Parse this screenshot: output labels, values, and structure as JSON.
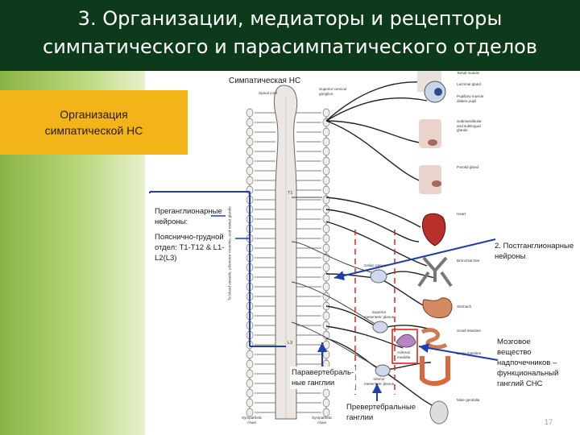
{
  "slide": {
    "title": "3. Организации, медиаторы и рецепторы симпатического и парасимпатического отделов",
    "side_box": "Организация\nсимпатической НС",
    "slide_number": "17"
  },
  "colors": {
    "header_bg": "#0e3a1c",
    "box_bg": "#f2b418",
    "arrow": "#1f3fb0",
    "dashed": "#e0241b"
  },
  "diagram": {
    "title": "Симпатическая НС",
    "preganglionic": "Преганглионарные\nнейроны:",
    "thoracolumbar": "Пояснично-грудной\nотдел: T1-T12 & L1-\nL2(L3)",
    "postganglionic": "2. Постганглионарные\nнейроны",
    "paravertebral": "Паравертебраль-\nные ганглии",
    "prevertebral": "Превертебральные\nганглии",
    "adrenal_medulla": "Мозговое\nвещество\nнадпочечников –\nфункциональный\nганглий СНС",
    "spinal_cord": "Spinal cord",
    "superior_cervical": "Superior cervical\nganglion",
    "celiac": "Celiac plexus",
    "superior_mesenteric": "Superior\nmesenteric plexus",
    "inferior_mesenteric": "Inferior\nmesenteric plexus",
    "adrenal": "Adrenal\nmedulla",
    "sympathetic_chain_left": "Sympathetic\nchain",
    "sympathetic_chain_right": "Sympathetic\nchain",
    "t1": "T1",
    "l3": "L3",
    "vertical_note": "To blood vessels, pilomotor muscles, and sweat glands",
    "organs": [
      "Tarsal muscle",
      "Lacrimal gland",
      "Pupillary muscle\ndilates pupil",
      "Submandibular\nand sublingual\nglands",
      "Parotid gland",
      "Heart",
      "Bronchial tree",
      "Stomach",
      "Small intestine",
      "Large intestine",
      "Male genitalia"
    ]
  }
}
